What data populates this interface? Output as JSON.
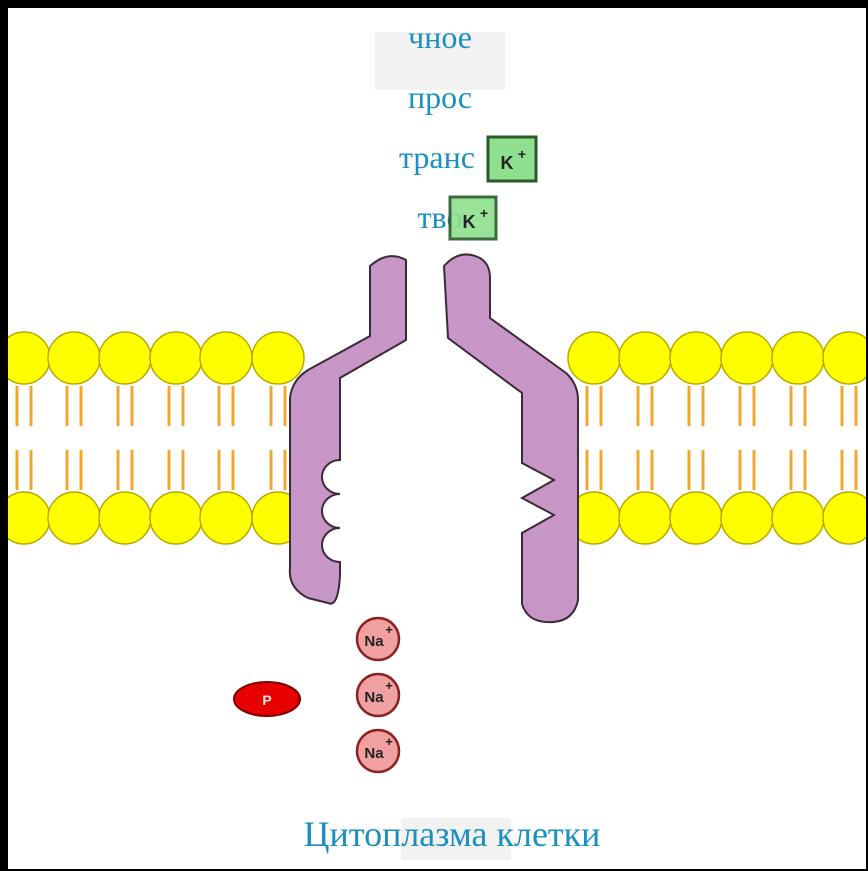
{
  "top_label": {
    "lines": [
      "чное",
      "прос",
      "транс",
      "тво"
    ]
  },
  "bottom_label": "Цитоплазма клетки",
  "ions": {
    "potassium": "K",
    "sodium": "Na",
    "charge": "+",
    "phosphate": "P"
  },
  "colors": {
    "label": "#1a8fc1",
    "lipid_head": "#ffff00",
    "lipid_head_stroke": "#b8a800",
    "lipid_tail": "#f0a830",
    "protein": "#c795c6",
    "protein_stroke": "#3a2a3a",
    "potassium_fill": "#8ee08e",
    "sodium_fill": "#f0a0a0",
    "phosphate_fill": "#e60000"
  }
}
